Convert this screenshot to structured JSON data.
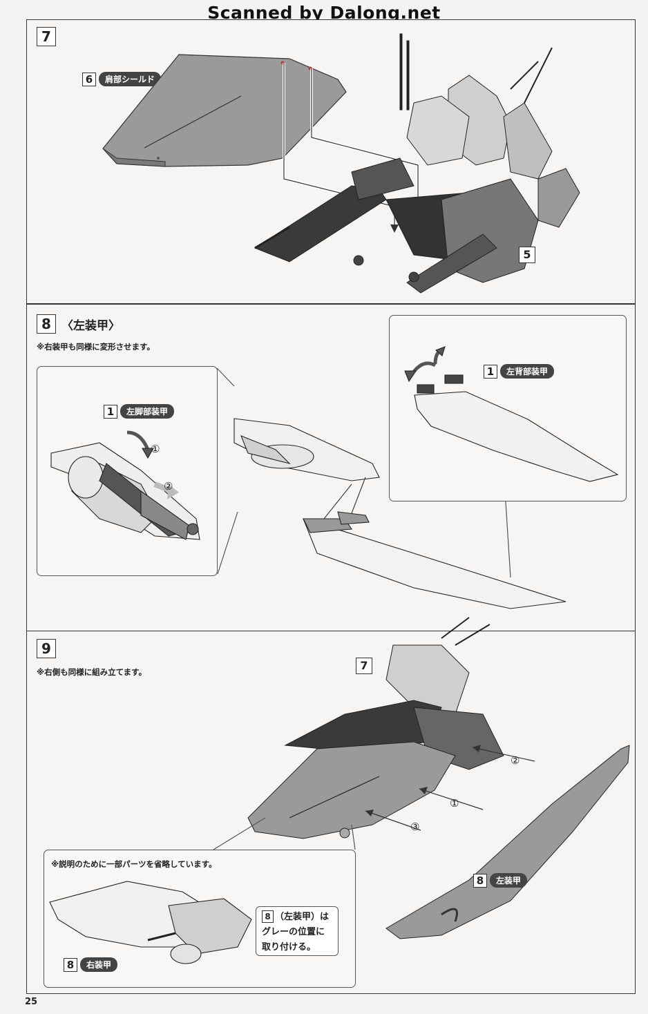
{
  "watermark": "Scanned by Dalong.net",
  "page_number": "25",
  "step7": {
    "number": "7",
    "shield_label_num": "6",
    "shield_label": "肩部シールド",
    "assembly_num": "5"
  },
  "step8": {
    "number": "8",
    "title": "〈左装甲〉",
    "note": "※右装甲も同様に変形させます。",
    "leg_label_num": "1",
    "leg_label": "左脚部装甲",
    "back_label_num": "1",
    "back_label": "左背部装甲",
    "marker1": "①",
    "marker2": "②"
  },
  "step9": {
    "number": "9",
    "note": "※右側も同様に組み立てます。",
    "assembly_num": "7",
    "marker1": "①",
    "marker2": "②",
    "marker3": "③",
    "left_armor_num": "8",
    "left_armor_label": "左装甲",
    "omit_note": "※説明のために一部パーツを省略しています。",
    "right_armor_num": "8",
    "right_armor_label": "右装甲",
    "callout_num": "8",
    "callout_line1": "（左装甲）は",
    "callout_line2": "グレーの位置に",
    "callout_line3": "取り付ける。"
  }
}
